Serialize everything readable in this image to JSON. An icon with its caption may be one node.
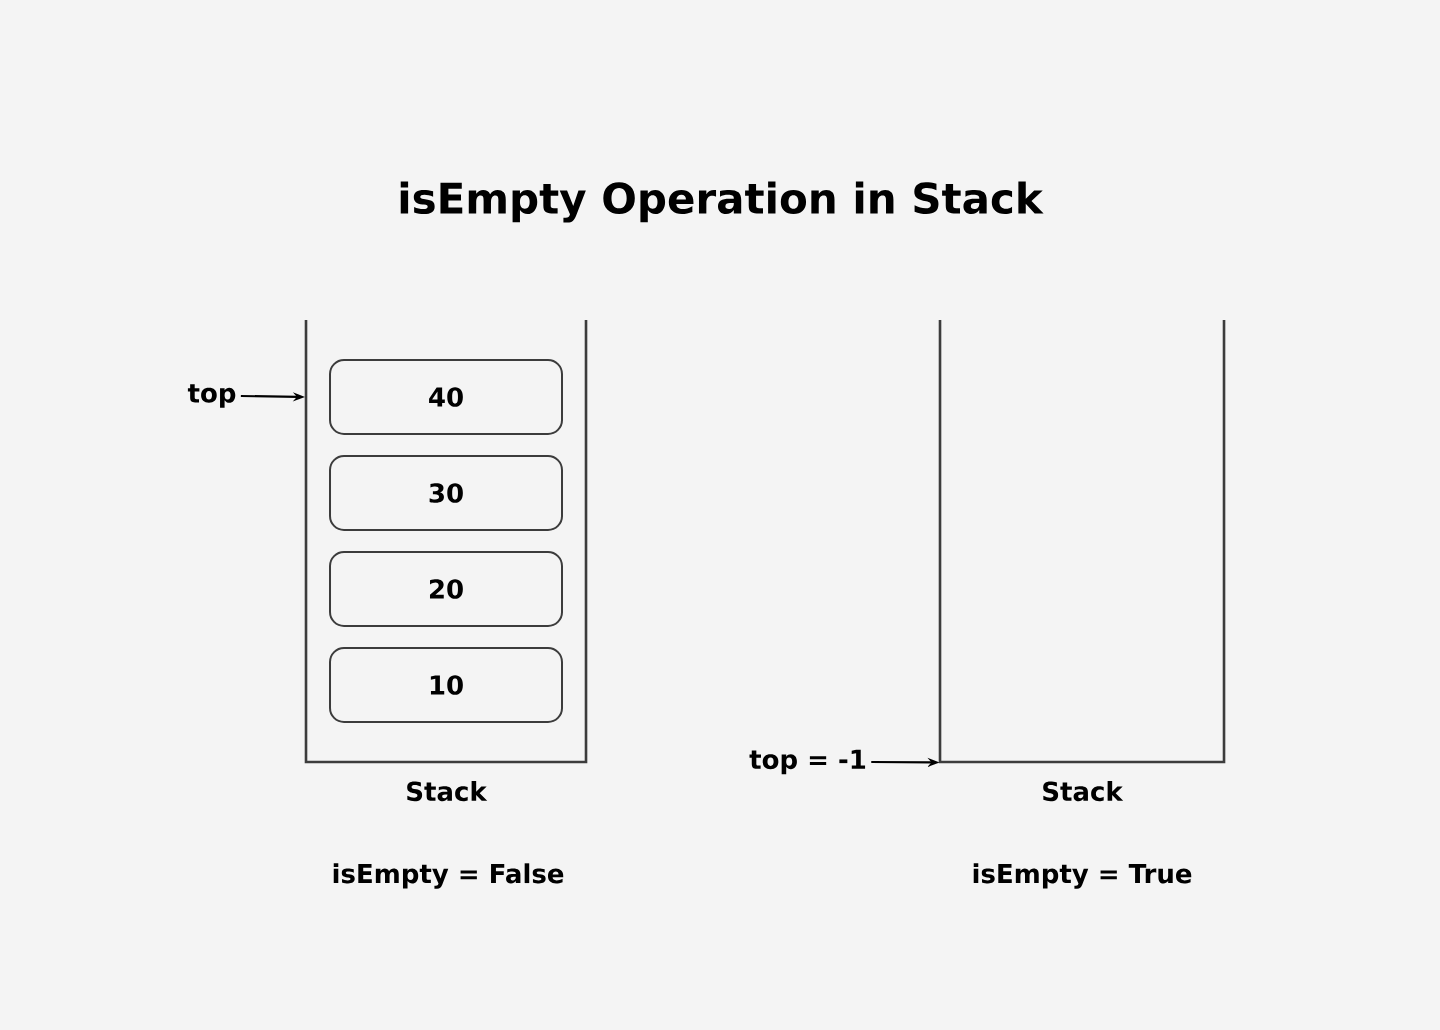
{
  "diagram": {
    "title": "isEmpty Operation in Stack",
    "nodes": [
      {
        "text": [
          "Stack"
        ]
      },
      {
        "text": [
          "40"
        ],
        "in": 0
      },
      {
        "text": [
          "30"
        ],
        "in": 0
      },
      {
        "text": [
          "20"
        ],
        "in": 0
      },
      {
        "text": [
          "10"
        ],
        "in": 0
      },
      {
        "text": [
          "top"
        ]
      },
      {
        "text": [
          "Stack"
        ]
      },
      {
        "text": [
          "top = -1"
        ]
      }
    ],
    "edges": [
      {
        "from": 5,
        "to": 1,
        "arrow": "to"
      },
      {
        "from": 7,
        "to": 6,
        "arrow": "to"
      }
    ],
    "labels": [
      "isEmpty = False",
      "isEmpty = True"
    ]
  }
}
